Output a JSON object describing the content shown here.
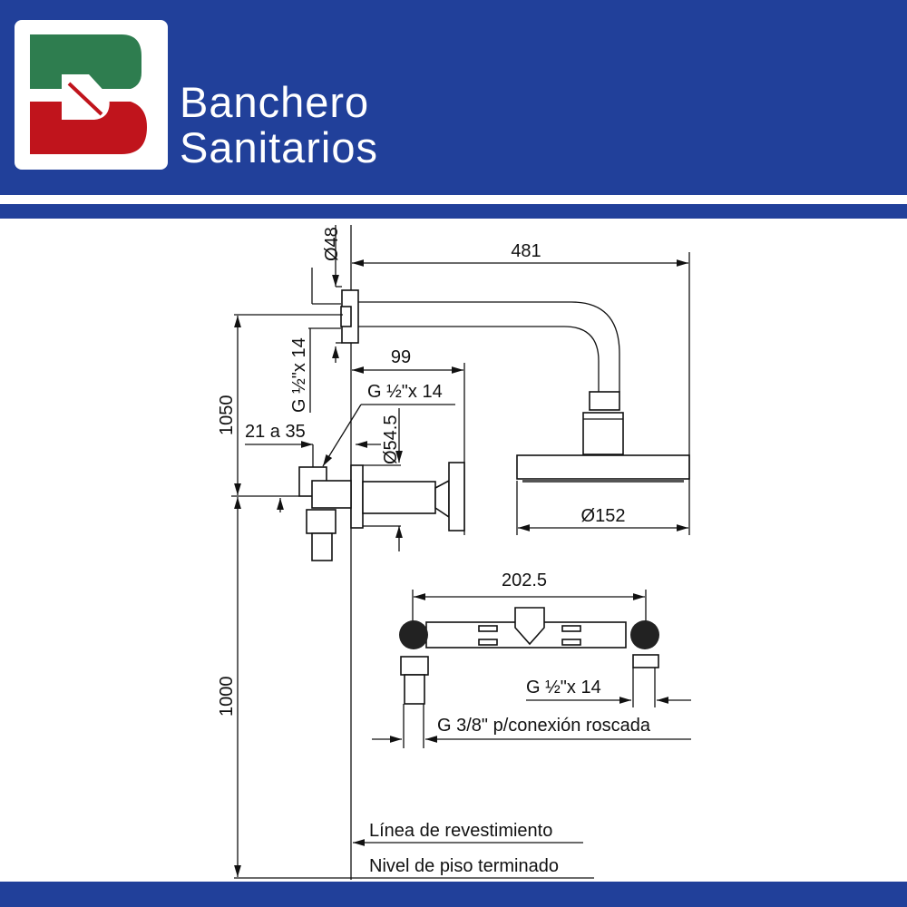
{
  "header": {
    "brand_line1": "Banchero",
    "brand_line2": "Sanitarios",
    "logo_letter": "BS",
    "colors": {
      "blue": "#21409a",
      "green": "#2e7d4f",
      "red": "#c0141c"
    }
  },
  "drawing": {
    "dim_arm_length": "481",
    "dim_flange_diameter": "Ø48",
    "dim_arm_thread": "G ½\"x 14",
    "dim_valve_depth": "99",
    "dim_valve_thread": "G ½\"x 14",
    "dim_valve_range": "21 a 35",
    "dim_valve_flange": "Ø54.5",
    "dim_height_upper": "1050",
    "dim_height_lower": "1000",
    "dim_head_diameter": "Ø152",
    "dim_manifold_width": "202.5",
    "dim_manifold_thread": "G ½\"x 14",
    "dim_manifold_connection": "G 3/8\" p/conexión roscada",
    "label_wall_line": "Línea de revestimiento",
    "label_floor_level": "Nivel de piso terminado"
  }
}
